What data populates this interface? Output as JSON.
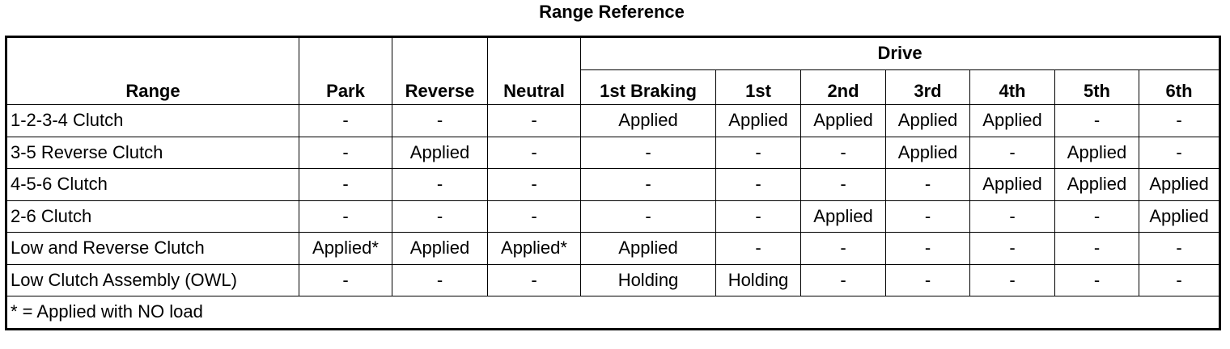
{
  "title": "Range Reference",
  "table": {
    "range_header": "Range",
    "park_header": "Park",
    "reverse_header": "Reverse",
    "neutral_header": "Neutral",
    "drive_header": "Drive",
    "drive_subheaders": [
      "1st Braking",
      "1st",
      "2nd",
      "3rd",
      "4th",
      "5th",
      "6th"
    ],
    "rows": [
      {
        "component": "1-2-3-4 Clutch",
        "cells": [
          "-",
          "-",
          "-",
          "Applied",
          "Applied",
          "Applied",
          "Applied",
          "Applied",
          "-",
          "-"
        ]
      },
      {
        "component": "3-5 Reverse Clutch",
        "cells": [
          "-",
          "Applied",
          "-",
          "-",
          "-",
          "-",
          "Applied",
          "-",
          "Applied",
          "-"
        ]
      },
      {
        "component": "4-5-6 Clutch",
        "cells": [
          "-",
          "-",
          "-",
          "-",
          "-",
          "-",
          "-",
          "Applied",
          "Applied",
          "Applied"
        ]
      },
      {
        "component": "2-6 Clutch",
        "cells": [
          "-",
          "-",
          "-",
          "-",
          "-",
          "Applied",
          "-",
          "-",
          "-",
          "Applied"
        ]
      },
      {
        "component": "Low and Reverse Clutch",
        "cells": [
          "Applied*",
          "Applied",
          "Applied*",
          "Applied",
          "-",
          "-",
          "-",
          "-",
          "-",
          "-"
        ]
      },
      {
        "component": "Low Clutch Assembly (OWL)",
        "cells": [
          "-",
          "-",
          "-",
          "Holding",
          "Holding",
          "-",
          "-",
          "-",
          "-",
          "-"
        ]
      }
    ],
    "footnote": "* = Applied with NO load"
  }
}
